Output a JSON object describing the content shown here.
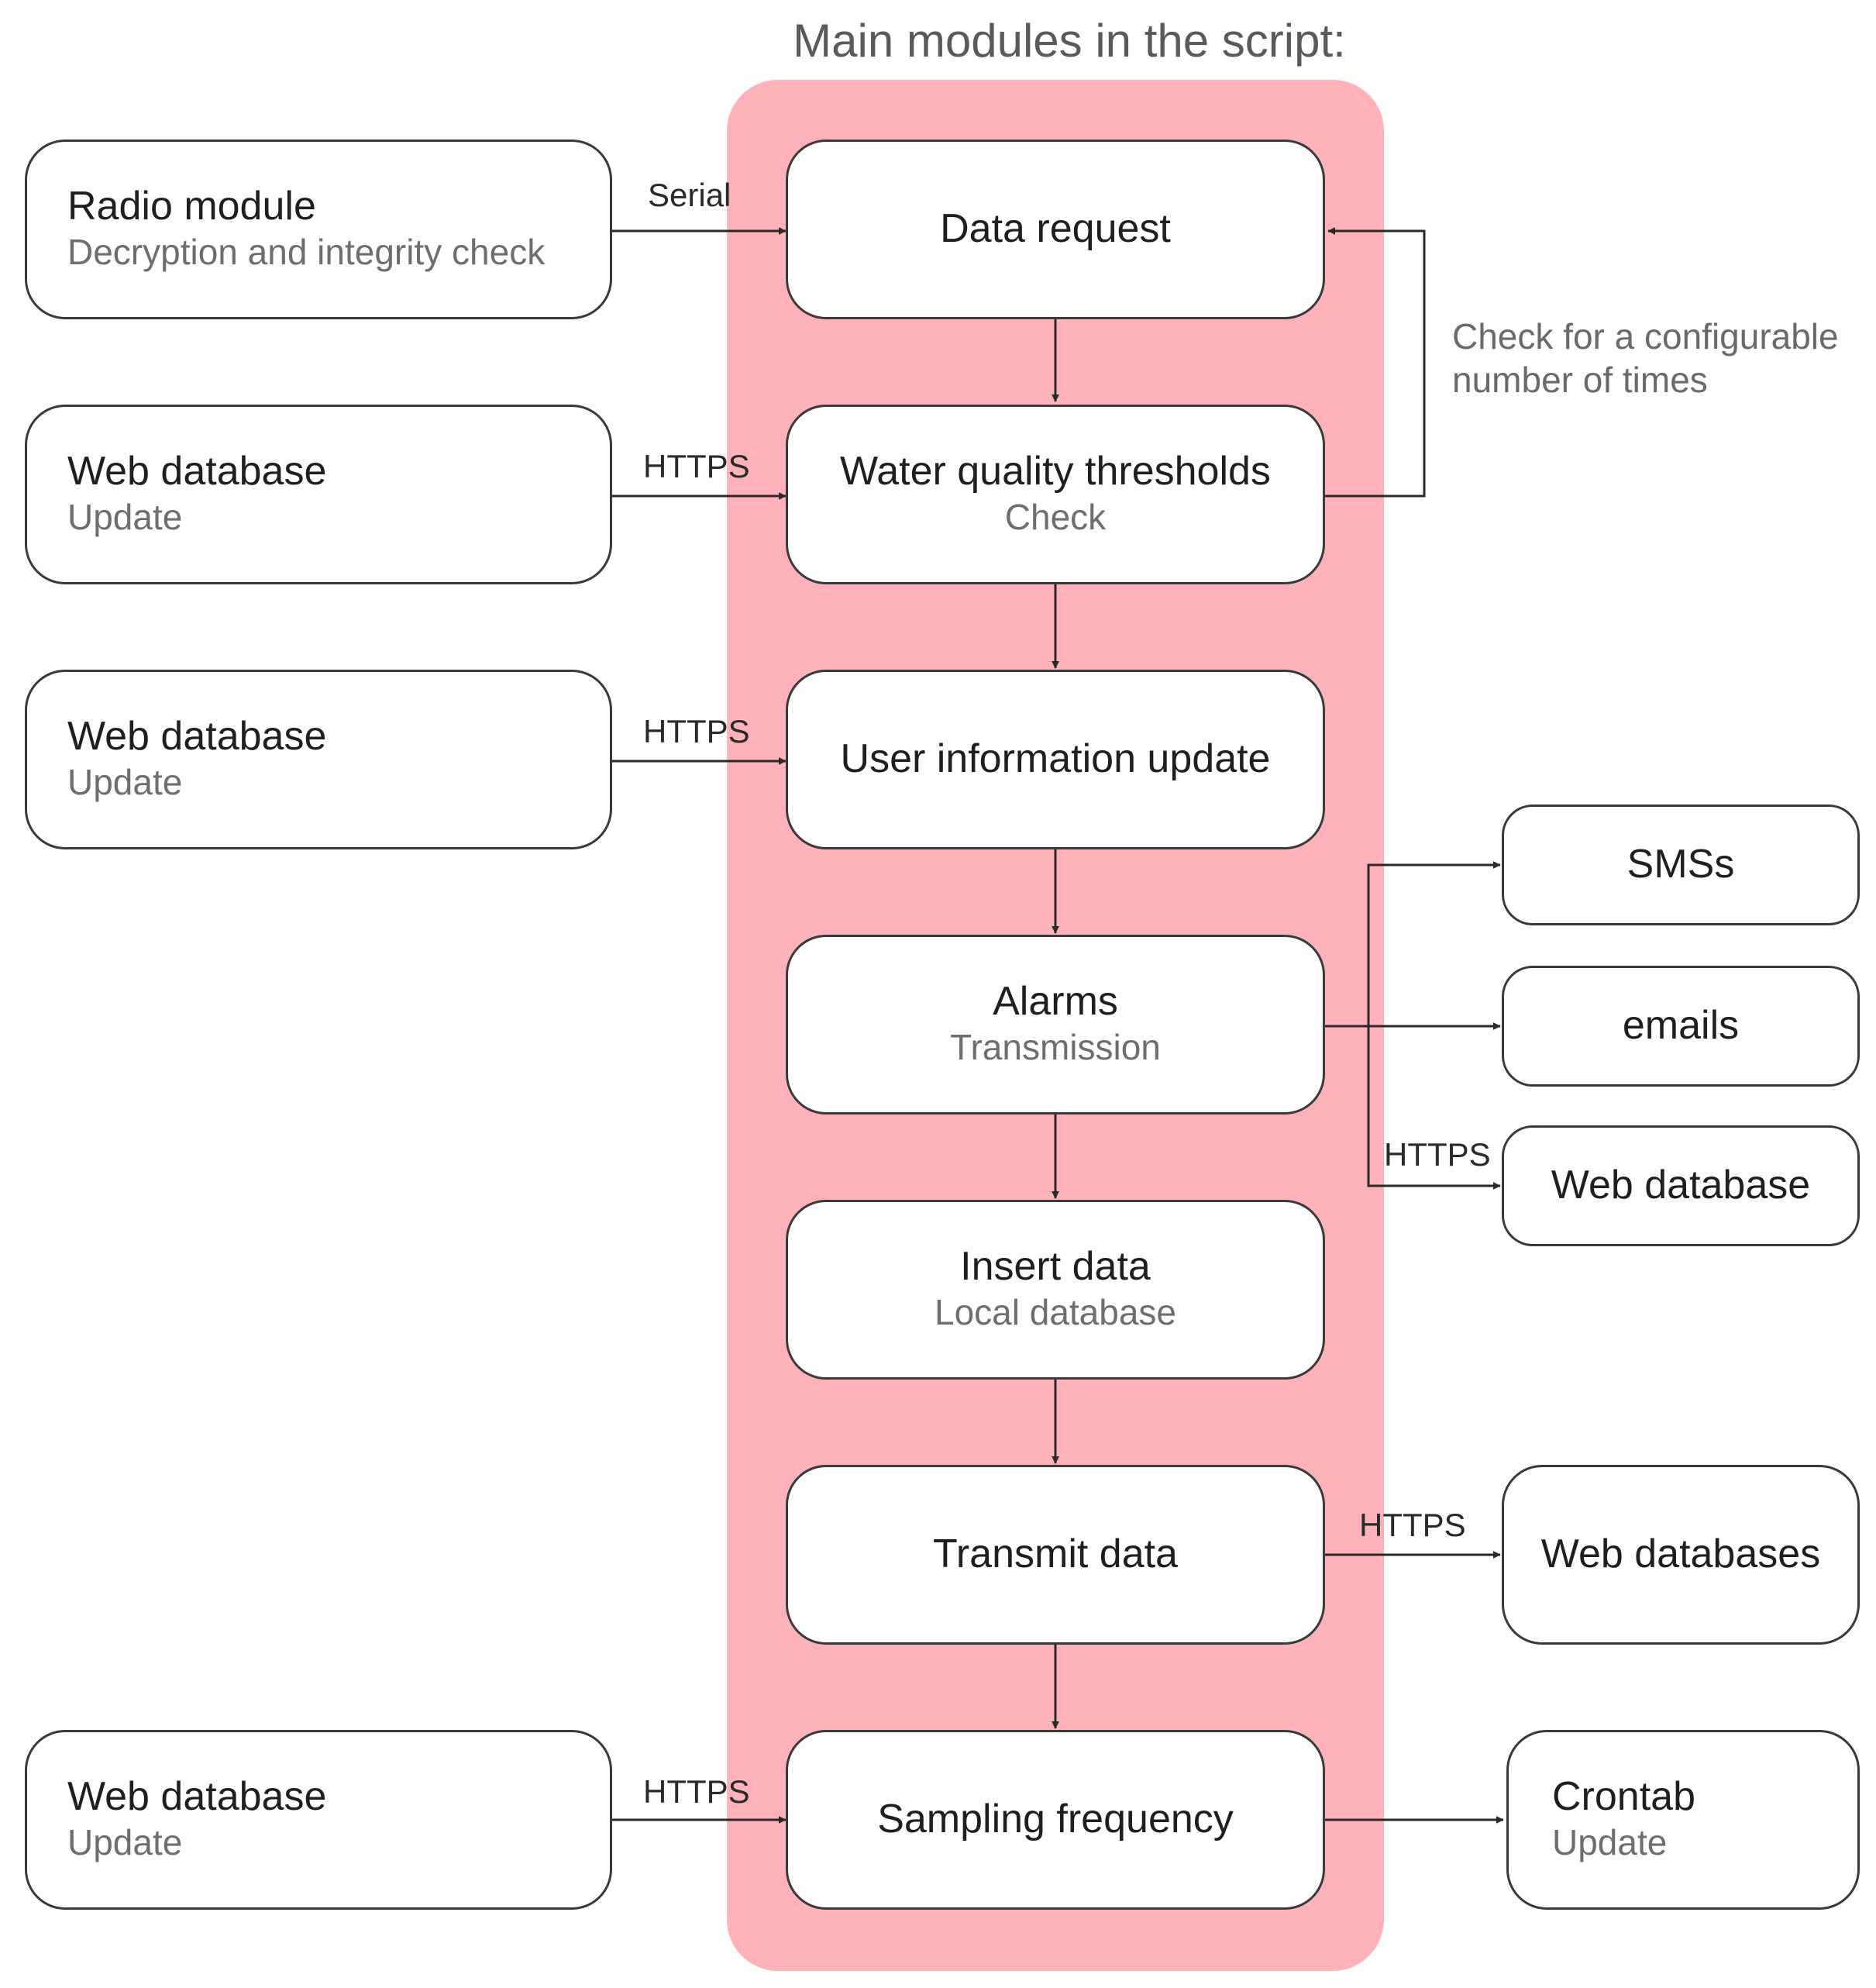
{
  "title": "Main modules in the script:",
  "modules": [
    {
      "main": "Data request",
      "sub": ""
    },
    {
      "main": "Water quality thresholds",
      "sub": "Check"
    },
    {
      "main": "User information update",
      "sub": ""
    },
    {
      "main": "Alarms",
      "sub": "Transmission"
    },
    {
      "main": "Insert data",
      "sub": "Local database"
    },
    {
      "main": "Transmit data",
      "sub": ""
    },
    {
      "main": "Sampling frequency",
      "sub": ""
    }
  ],
  "inputs": [
    {
      "main": "Radio module",
      "sub": "Decryption and integrity check",
      "link": "Serial"
    },
    {
      "main": "Web database",
      "sub": "Update",
      "link": "HTTPS"
    },
    {
      "main": "Web database",
      "sub": "Update",
      "link": "HTTPS"
    },
    {
      "main": "Web database",
      "sub": "Update",
      "link": "HTTPS"
    }
  ],
  "outputs": {
    "sms": "SMSs",
    "emails": "emails",
    "alarm_web": "Web database",
    "alarm_web_link": "HTTPS",
    "transmit_web": "Web databases",
    "transmit_web_link": "HTTPS",
    "crontab": {
      "main": "Crontab",
      "sub": "Update"
    }
  },
  "loop_note": {
    "line1": "Check for a configurable",
    "line2": "number of times"
  }
}
